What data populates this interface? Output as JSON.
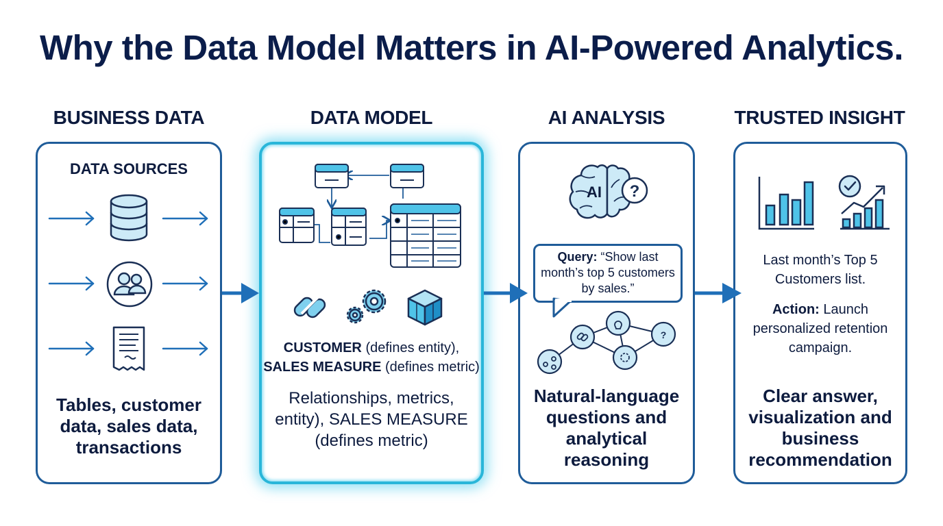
{
  "title": "Why the Data Model Matters in AI-Powered Analytics.",
  "columns": {
    "business_data": {
      "heading": "BUSINESS DATA",
      "subheading": "DATA SOURCES",
      "summary": "Tables, customer data, sales data, transactions"
    },
    "data_model": {
      "heading": "DATA MODEL",
      "customer_label": "CUSTOMER",
      "customer_note": "(defines entity),",
      "sales_label": "SALES MEASURE",
      "sales_note": "(defines metric)",
      "summary": "Relationships, metrics, entity), SALES MEASURE (defines metric)"
    },
    "ai_analysis": {
      "heading": "AI ANALYSIS",
      "ai_badge": "AI",
      "query_label": "Query:",
      "query_text": "“Show last month’s top 5 customers by sales.”",
      "summary": "Natural-language questions and analytical reasoning"
    },
    "trusted_insight": {
      "heading": "TRUSTED INSIGHT",
      "result_text": "Last month’s Top 5 Customers list.",
      "action_label": "Action:",
      "action_text": "Launch personalized retention campaign.",
      "summary": "Clear answer, visualization and business recommendation"
    }
  },
  "colors": {
    "navy": "#0d1b3e",
    "border_blue": "#1f5c99",
    "arrow_blue": "#1f6fb8",
    "highlight_cyan": "#29b6d9",
    "icon_fill": "#cdeaf7"
  }
}
